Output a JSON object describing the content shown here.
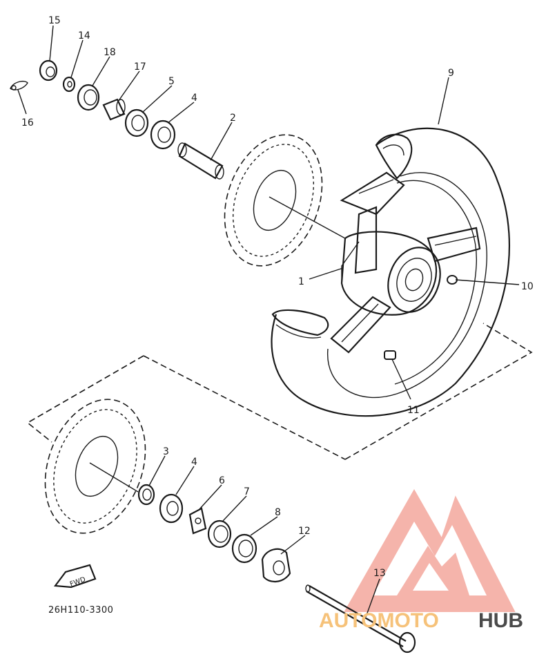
{
  "diagram": {
    "part_code": "26H110-3300",
    "fwd_label": "FWD",
    "callouts": [
      {
        "id": "c15",
        "label": "15"
      },
      {
        "id": "c14",
        "label": "14"
      },
      {
        "id": "c18",
        "label": "18"
      },
      {
        "id": "c17",
        "label": "17"
      },
      {
        "id": "c5",
        "label": "5"
      },
      {
        "id": "c4a",
        "label": "4"
      },
      {
        "id": "c2",
        "label": "2"
      },
      {
        "id": "c16",
        "label": "16"
      },
      {
        "id": "c9",
        "label": "9"
      },
      {
        "id": "c1",
        "label": "1"
      },
      {
        "id": "c10",
        "label": "10"
      },
      {
        "id": "c11",
        "label": "11"
      },
      {
        "id": "c3",
        "label": "3"
      },
      {
        "id": "c4b",
        "label": "4"
      },
      {
        "id": "c6",
        "label": "6"
      },
      {
        "id": "c7",
        "label": "7"
      },
      {
        "id": "c8",
        "label": "8"
      },
      {
        "id": "c12",
        "label": "12"
      },
      {
        "id": "c13",
        "label": "13"
      }
    ]
  },
  "watermark": {
    "brand_part1": "AUTOMOTO",
    "brand_part2": "HUB",
    "color_primary": "#f4a79d",
    "color_secondary": "#f6c27a",
    "color_dark": "#4a4a4a"
  }
}
